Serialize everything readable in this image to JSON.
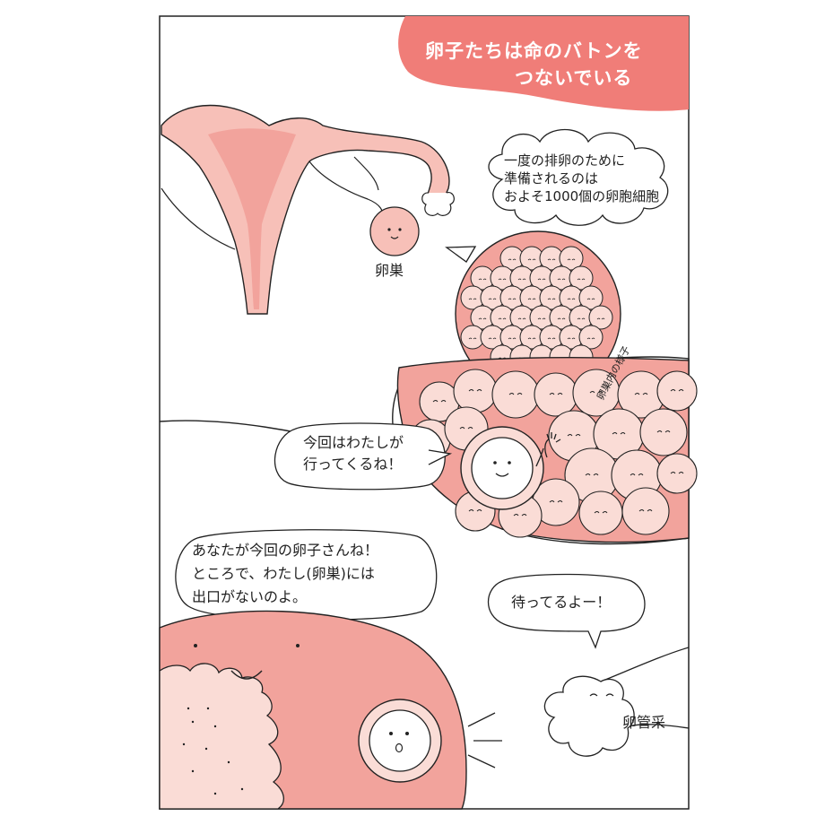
{
  "title": {
    "line1": "卵子たちは命のバトンを",
    "line2": "つないでいる"
  },
  "bubble_ovary_count": {
    "line1": "一度の排卵のために",
    "line2": "準備されるのは",
    "line3": "およそ1000個の卵胞細胞"
  },
  "label_ovary": "卵巣",
  "label_inside_ovary": "卵巣内の様子",
  "bubble_egg": {
    "line1": "今回はわたしが",
    "line2": "行ってくるね！"
  },
  "bubble_ovary_speech": {
    "line1": "あなたが今回の卵子さんね！",
    "line2": "ところで、わたし(卵巣)には",
    "line3": "出口がないのよ。"
  },
  "bubble_tube": "待ってるよー！",
  "label_tube": "卵管采",
  "colors": {
    "accent": "#f07d78",
    "pink_dark": "#f2a39c",
    "pink_mid": "#f7c0b8",
    "pink_light": "#fadcd6",
    "outline": "#222222"
  }
}
